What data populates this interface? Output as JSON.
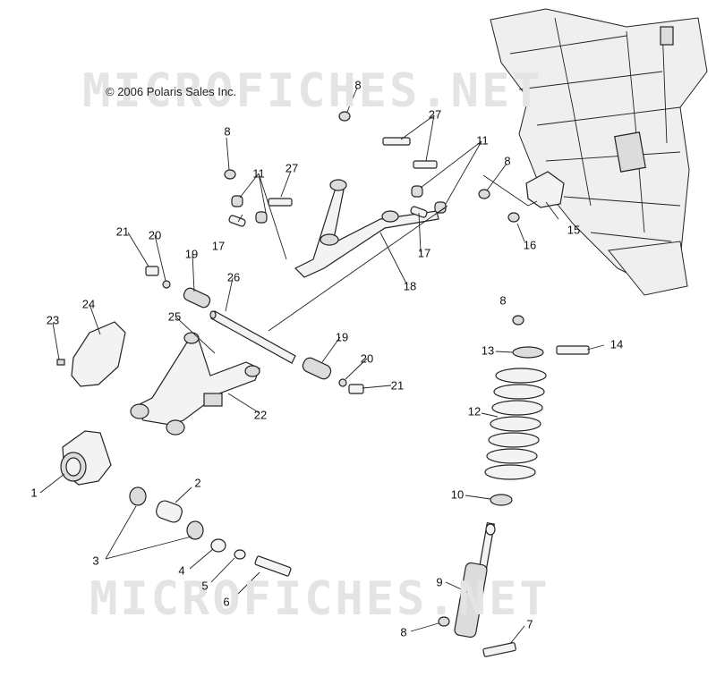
{
  "watermark_top": "MICROFICHES.NET",
  "watermark_bottom": "MICROFICHES.NET",
  "copyright": "© 2006 Polaris Sales Inc.",
  "callouts": {
    "c1": "1",
    "c2": "2",
    "c3": "3",
    "c4": "4",
    "c5": "5",
    "c6": "6",
    "c7": "7",
    "c8a": "8",
    "c8b": "8",
    "c8c": "8",
    "c8d": "8",
    "c8e": "8",
    "c9": "9",
    "c10": "10",
    "c11a": "11",
    "c11b": "11",
    "c12": "12",
    "c13": "13",
    "c14": "14",
    "c15": "15",
    "c16": "16",
    "c17a": "17",
    "c17b": "17",
    "c18": "18",
    "c19a": "19",
    "c19b": "19",
    "c20a": "20",
    "c20b": "20",
    "c21a": "21",
    "c21b": "21",
    "c22": "22",
    "c23": "23",
    "c24": "24",
    "c25": "25",
    "c26": "26",
    "c27a": "27",
    "c27b": "27"
  }
}
